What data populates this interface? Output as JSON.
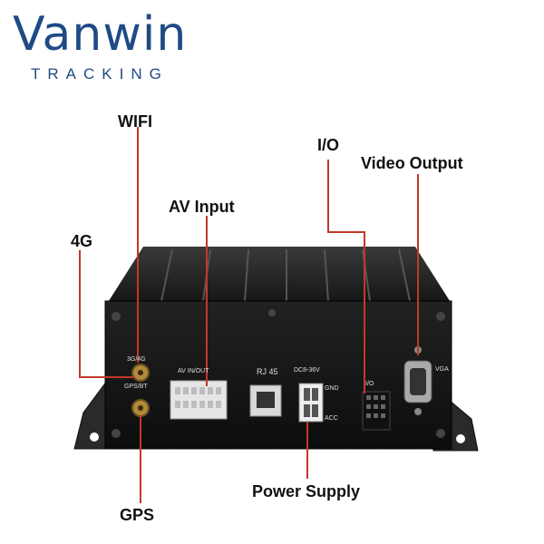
{
  "brand": {
    "word": "Vanwin",
    "sub": "TRACKING"
  },
  "callouts": {
    "wifi": "WIFI",
    "io": "I/O",
    "video_output": "Video Output",
    "av_input": "AV Input",
    "g4": "4G",
    "power_supply": "Power Supply",
    "gps": "GPS"
  },
  "panel": {
    "ant1": "3G/4G",
    "ant2": "GPS/BT",
    "av_in_out": "AV IN/OUT",
    "rj45": "RJ 45",
    "dc": "DC8-36V",
    "gnd": "GND",
    "acc": "ACC",
    "io": "I/O",
    "vga": "VGA"
  },
  "colors": {
    "callout_line": "#c0392b",
    "brand": "#1f4a86",
    "device_body": "#1c1c1c"
  }
}
